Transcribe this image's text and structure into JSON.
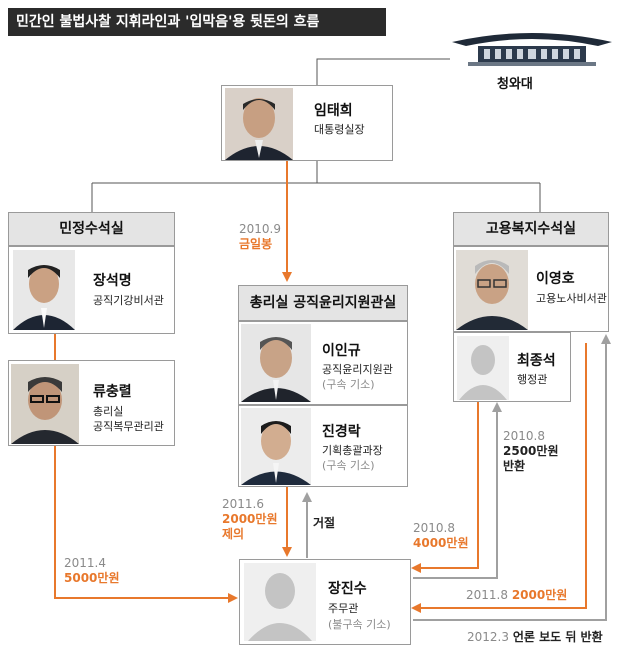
{
  "title": "민간인 불법사찰 지휘라인과 '입막음'용 뒷돈의 흐름",
  "blue_house": "청와대",
  "lim": {
    "name": "임태희",
    "role": "대통령실장"
  },
  "minjeong": {
    "header": "민정수석실"
  },
  "jang_sm": {
    "name": "장석명",
    "role": "공직기강비서관"
  },
  "ryu": {
    "name": "류충렬",
    "role_line1": "총리실",
    "role_line2": "공직복무관리관"
  },
  "chongri": {
    "header": "총리실 공직윤리지원관실"
  },
  "lee_ig": {
    "name": "이인규",
    "role": "공직윤리지원관",
    "note": "(구속 기소)"
  },
  "jin": {
    "name": "진경락",
    "role": "기획총괄과장",
    "note": "(구속 기소)"
  },
  "goyong": {
    "header": "고용복지수석실"
  },
  "lee_yh": {
    "name": "이영호",
    "role": "고용노사비서관"
  },
  "choi": {
    "name": "최종석",
    "role": "행정관"
  },
  "jang_js": {
    "name": "장진수",
    "role": "주무관",
    "note": "(불구속 기소)"
  },
  "flows": {
    "f1": {
      "date": "2010.9",
      "amount": "금일봉"
    },
    "f2": {
      "date": "2011.6",
      "amount_line1": "2000만원",
      "amount_line2": "제의"
    },
    "f3": {
      "label": "거절"
    },
    "f4": {
      "date": "2011.4",
      "amount": "5000만원"
    },
    "f5": {
      "date": "2010.8",
      "amount": "4000만원"
    },
    "f6": {
      "date": "2010.8",
      "amount_line1": "2500만원",
      "amount_line2": "반환"
    },
    "f7": {
      "date": "2011.8",
      "amount": "2000만원"
    },
    "f8": {
      "date": "2012.3",
      "text": "언론 보도 뒤 반환"
    }
  },
  "colors": {
    "orange": "#e8782c",
    "gray_arrow": "#a0a0a0",
    "line": "#555555"
  }
}
